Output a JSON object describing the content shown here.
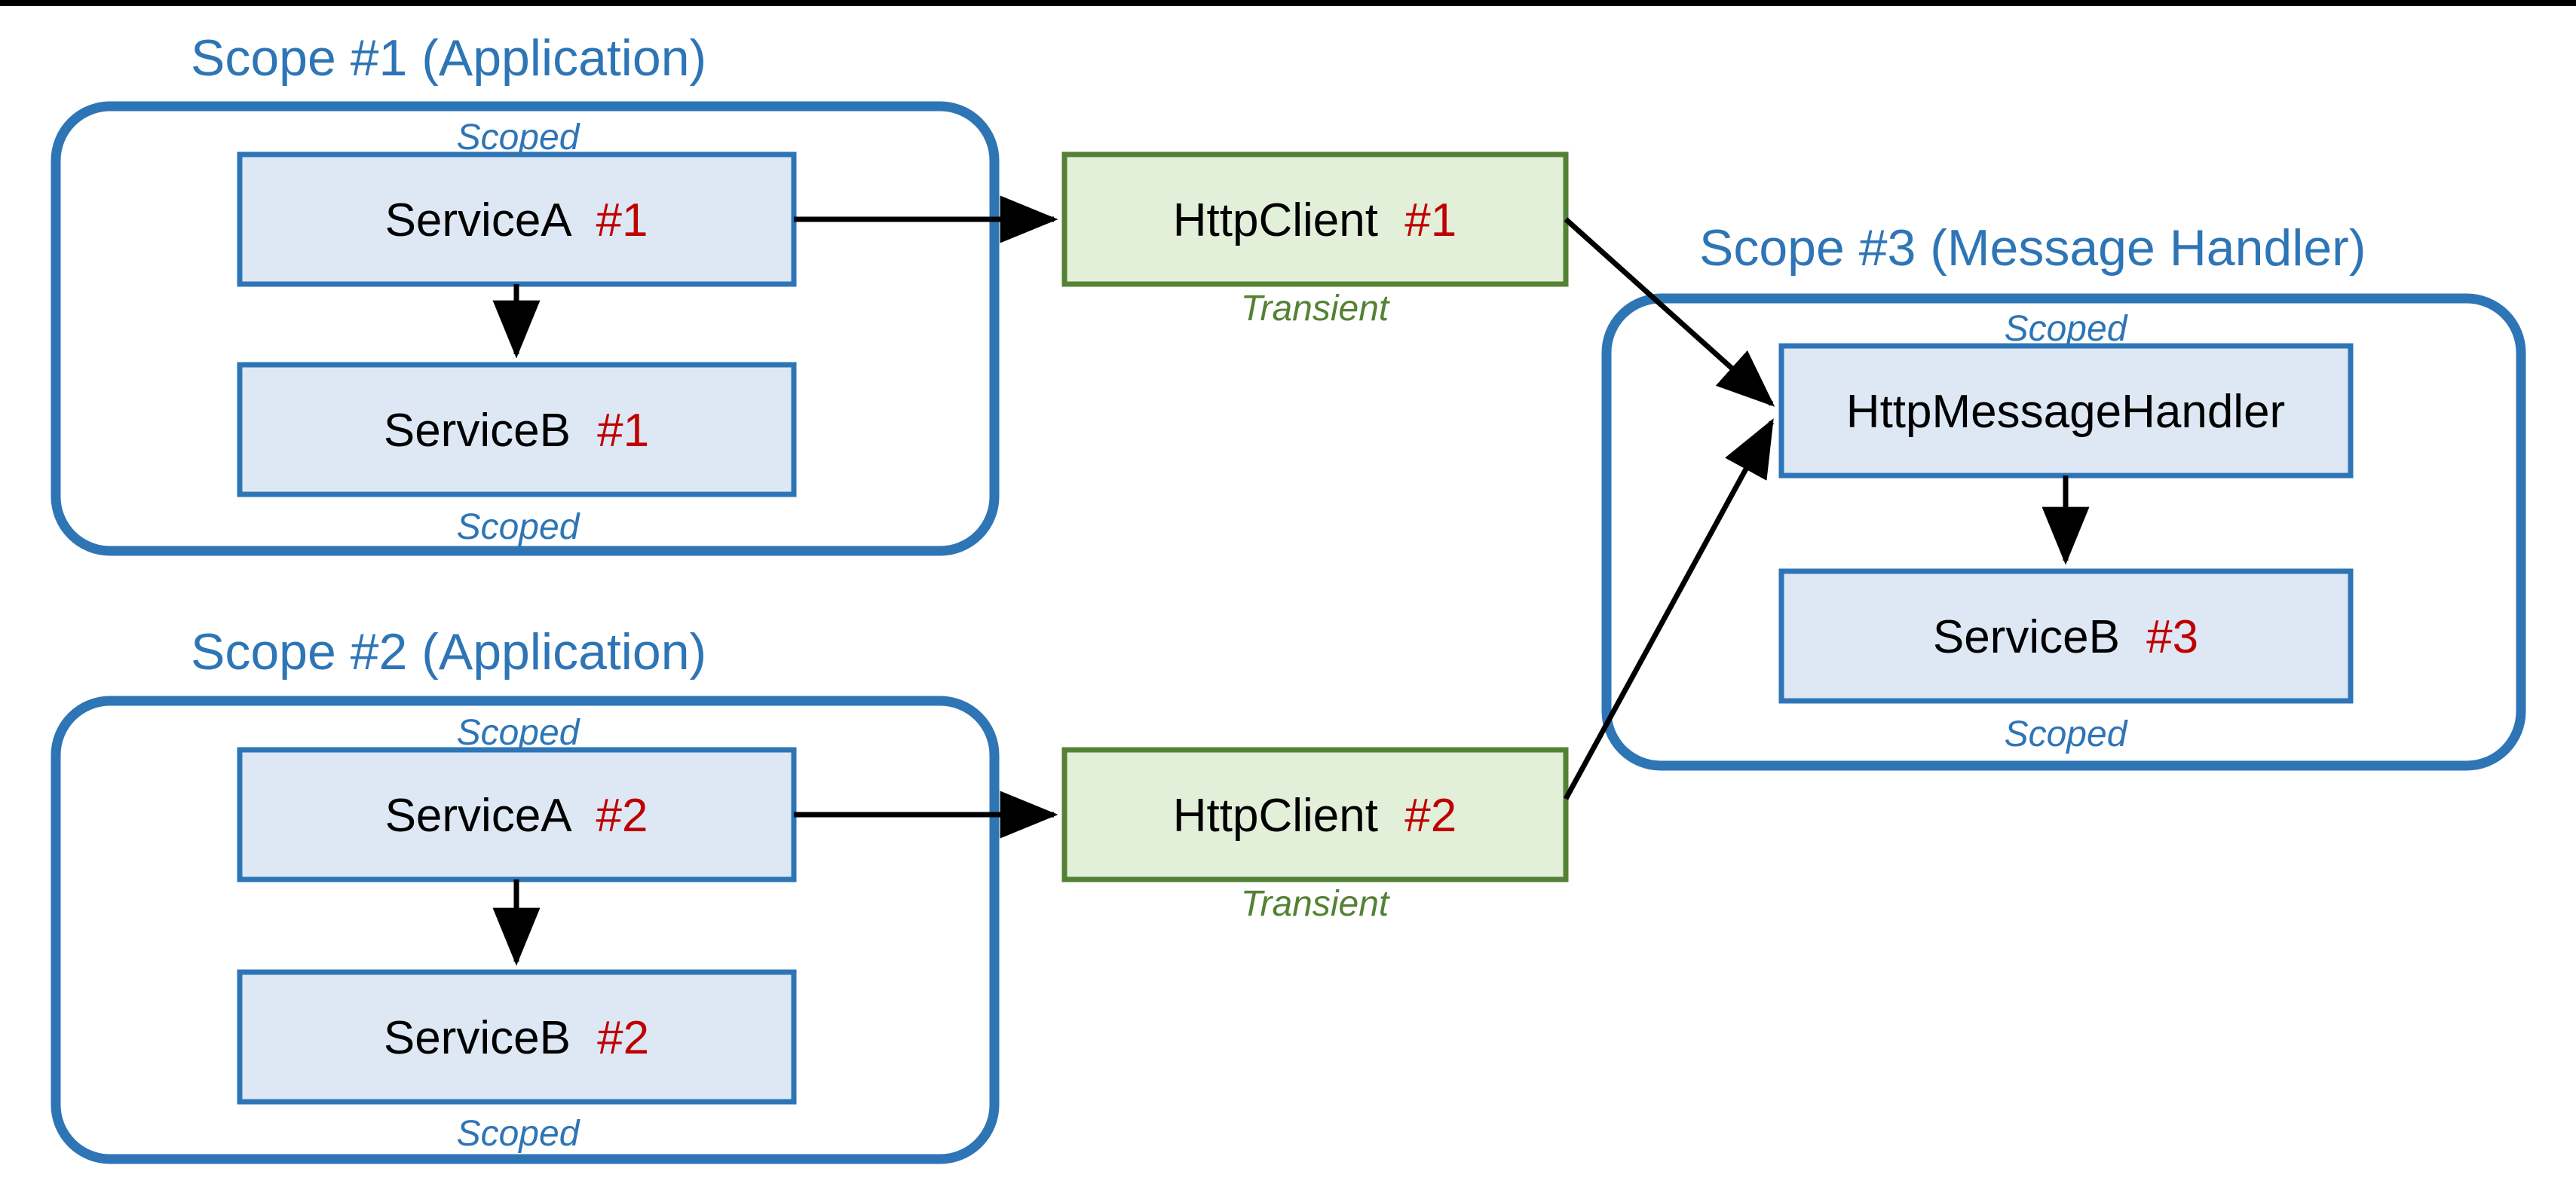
{
  "diagram": {
    "title_hidden": "",
    "colors": {
      "scope_border": "#2E75B6",
      "scope_title_text": "#2E75B6",
      "box_blue_fill": "#DEE8F5",
      "box_blue_border": "#2E75B6",
      "box_green_fill": "#E2EFD9",
      "box_green_border": "#548235",
      "index_red": "#C00000",
      "lifetime_scoped": "#2E75B6",
      "lifetime_transient": "#548235",
      "arrow": "#000000",
      "background": "#FFFFFF"
    },
    "scopes": [
      {
        "id": "scope-1",
        "title": "Scope #1 (Application)",
        "top_lifetime": "Scoped",
        "bottom_lifetime": "Scoped",
        "nodes": [
          {
            "id": "serviceA1",
            "label": "ServiceA",
            "index": "#1"
          },
          {
            "id": "serviceB1",
            "label": "ServiceB",
            "index": "#1"
          }
        ]
      },
      {
        "id": "scope-2",
        "title": "Scope #2 (Application)",
        "top_lifetime": "Scoped",
        "bottom_lifetime": "Scoped",
        "nodes": [
          {
            "id": "serviceA2",
            "label": "ServiceA",
            "index": "#2"
          },
          {
            "id": "serviceB2",
            "label": "ServiceB",
            "index": "#2"
          }
        ]
      },
      {
        "id": "scope-3",
        "title": "Scope #3 (Message Handler)",
        "top_lifetime": "Scoped",
        "bottom_lifetime": "Scoped",
        "nodes": [
          {
            "id": "handler",
            "label": "HttpMessageHandler",
            "index": ""
          },
          {
            "id": "serviceB3",
            "label": "ServiceB",
            "index": "#3"
          }
        ]
      }
    ],
    "transients": [
      {
        "id": "httpclient1",
        "label": "HttpClient",
        "index": "#1",
        "lifetime": "Transient"
      },
      {
        "id": "httpclient2",
        "label": "HttpClient",
        "index": "#2",
        "lifetime": "Transient"
      }
    ],
    "edges": [
      {
        "from": "serviceA1",
        "to": "serviceB1",
        "kind": "vertical"
      },
      {
        "from": "serviceA1",
        "to": "httpclient1",
        "kind": "horizontal"
      },
      {
        "from": "httpclient1",
        "to": "handler",
        "kind": "diagonal"
      },
      {
        "from": "serviceA2",
        "to": "serviceB2",
        "kind": "vertical"
      },
      {
        "from": "serviceA2",
        "to": "httpclient2",
        "kind": "horizontal"
      },
      {
        "from": "httpclient2",
        "to": "handler",
        "kind": "diagonal"
      },
      {
        "from": "handler",
        "to": "serviceB3",
        "kind": "vertical"
      }
    ]
  }
}
